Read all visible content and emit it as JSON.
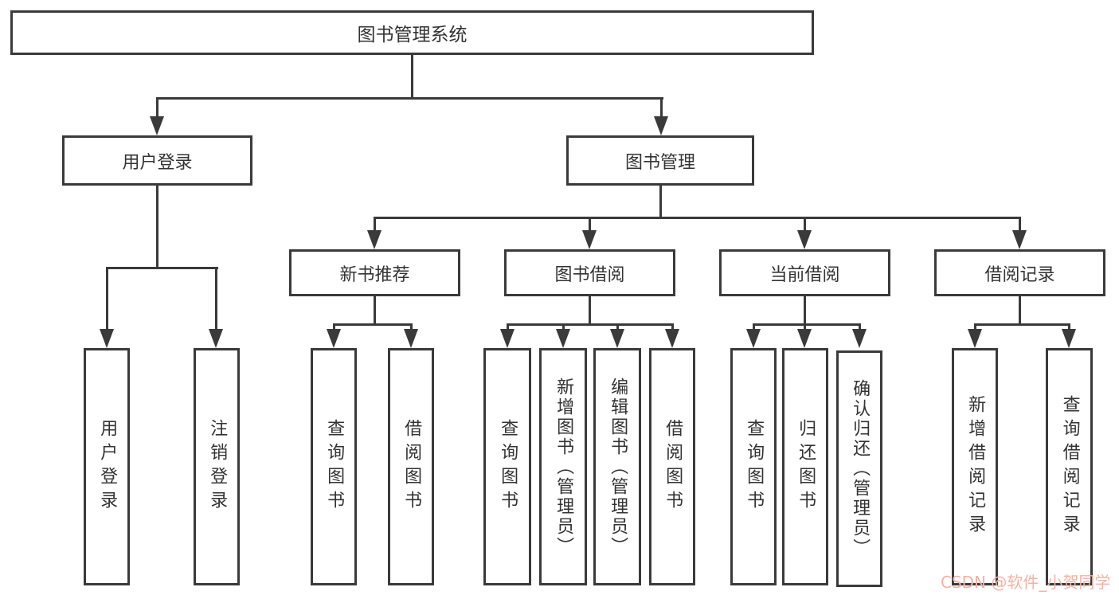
{
  "diagram_title": "图书管理系统",
  "nodes": {
    "root": {
      "label": "图书管理系统"
    },
    "user_login": {
      "label": "用户登录"
    },
    "book_mgmt": {
      "label": "图书管理"
    },
    "new_book_rec": {
      "label": "新书推荐"
    },
    "book_borrow": {
      "label": "图书借阅"
    },
    "current_borrow": {
      "label": "当前借阅"
    },
    "borrow_record": {
      "label": "借阅记录"
    },
    "leaf_user_login": {
      "label": "用户登录"
    },
    "leaf_logout_login": {
      "label": "注销登录"
    },
    "leaf_query_book_1": {
      "label": "查询图书"
    },
    "leaf_borrow_book_1": {
      "label": "借阅图书"
    },
    "leaf_query_book_2": {
      "label": "查询图书"
    },
    "leaf_add_book_admin": {
      "label": "新增图书（管理员）"
    },
    "leaf_edit_book_admin": {
      "label": "编辑图书（管理员）"
    },
    "leaf_borrow_book_2": {
      "label": "借阅图书"
    },
    "leaf_query_book_3": {
      "label": "查询图书"
    },
    "leaf_return_book": {
      "label": "归还图书"
    },
    "leaf_confirm_return_admin": {
      "label": "确认归还（管理员）"
    },
    "leaf_add_borrow_record": {
      "label": "新增借阅记录"
    },
    "leaf_query_borrow_record": {
      "label": "查询借阅记录"
    }
  },
  "watermark": {
    "text": "CSDN @软件_小贺同学"
  },
  "colors": {
    "line": "#3a3a3a",
    "box_border": "#3a3a3a",
    "text": "#333333",
    "background": "#ffffff",
    "watermark": "#f2b3a5"
  }
}
